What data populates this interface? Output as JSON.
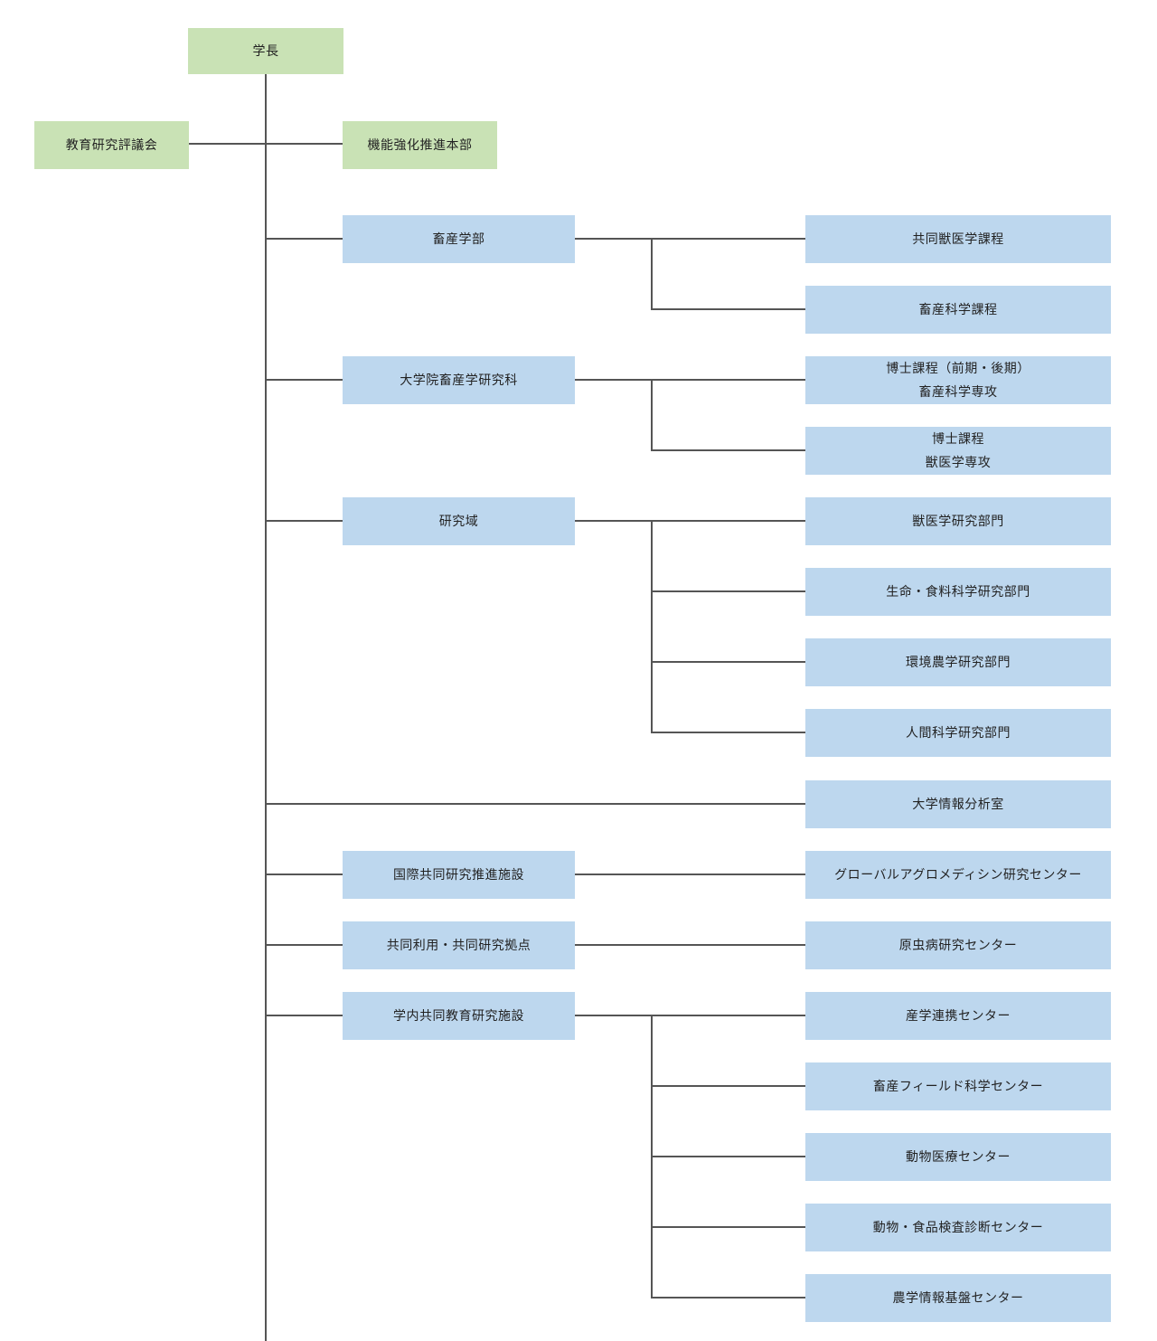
{
  "nodes": {
    "president": "学長",
    "council": "教育研究評議会",
    "strategy_hq": "機能強化推進本部",
    "faculty": "畜産学部",
    "vet_course": "共同獣医学課程",
    "animal_sci_course": "畜産科学課程",
    "grad_school": "大学院畜産学研究科",
    "grad_ms_phd": "博士課程（前期・後期）\n畜産科学専攻",
    "grad_phd_vet": "博士課程\n獣医学専攻",
    "research_domain": "研究域",
    "vet_research": "獣医学研究部門",
    "life_food_research": "生命・食料科学研究部門",
    "env_agri_research": "環境農学研究部門",
    "human_sci_research": "人間科学研究部門",
    "ir_office": "大学情報分析室",
    "intl_facility": "国際共同研究推進施設",
    "global_agromedicine": "グローバルアグロメディシン研究センター",
    "joint_usage": "共同利用・共同研究拠点",
    "protozoan_center": "原虫病研究センター",
    "campus_facility": "学内共同教育研究施設",
    "industry_center": "産学連携センター",
    "field_center": "畜産フィールド科学センター",
    "animal_medical_center": "動物医療センター",
    "inspection_center": "動物・食品検査診断センター",
    "agri_info_center": "農学情報基盤センター"
  },
  "colors": {
    "green": "#c9e2b5",
    "blue": "#bdd7ee",
    "line": "#555555"
  }
}
